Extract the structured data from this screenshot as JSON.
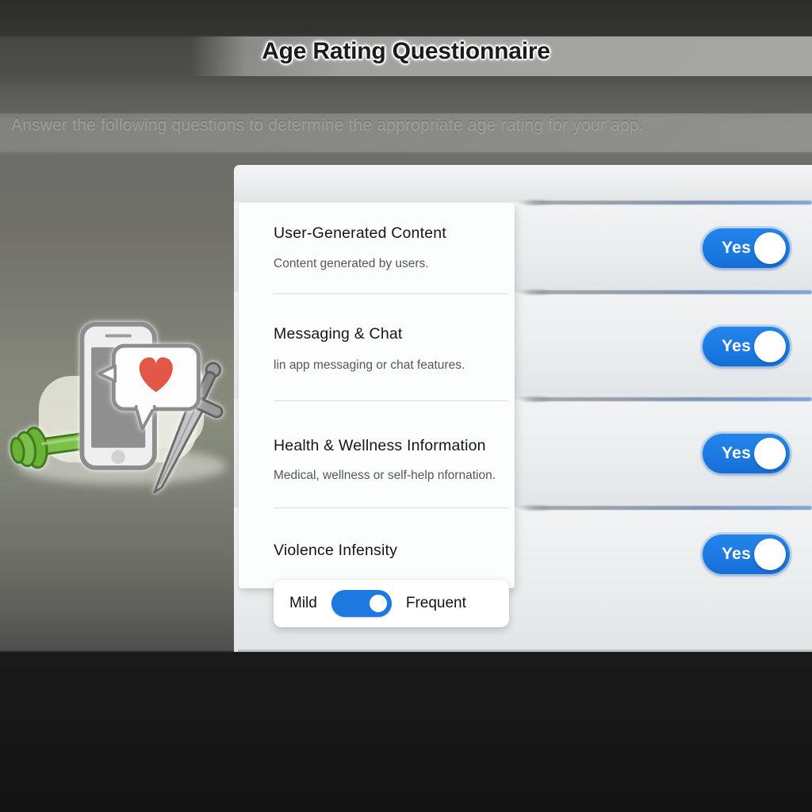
{
  "page": {
    "title": "Age Rating Questionnaire",
    "subtitle": "Answer the following questions to determine the appropriate age rating for your app."
  },
  "questionnaire": {
    "questions": [
      {
        "title": "User-Generated Content",
        "description": "Content generated by users.",
        "answer": "Yes",
        "answer_state": "on"
      },
      {
        "title": "Messaging & Chat",
        "description": "lin app messaging or chat features.",
        "answer": "Yes",
        "answer_state": "on"
      },
      {
        "title": "Health & Wellness Information",
        "description": "Medical, wellness or self-help nfornation.",
        "answer": "Yes",
        "answer_state": "on"
      },
      {
        "title": "Violence Infensity",
        "answer": "Yes",
        "answer_state": "on",
        "intensity": {
          "left_label": "Mild",
          "right_label": "Frequent",
          "selected": "Frequent"
        }
      }
    ]
  },
  "illustration": {
    "icons": [
      "smartphone-icon",
      "heart-message-bubble-icon",
      "dumbbell-icon",
      "sword-icon"
    ]
  },
  "colors": {
    "accent_blue": "#1b7ce2",
    "heart_red": "#e25747",
    "dumbbell_green": "#6cb23c",
    "panel_bg": "#eceef0",
    "page_bottom": "#141414"
  }
}
